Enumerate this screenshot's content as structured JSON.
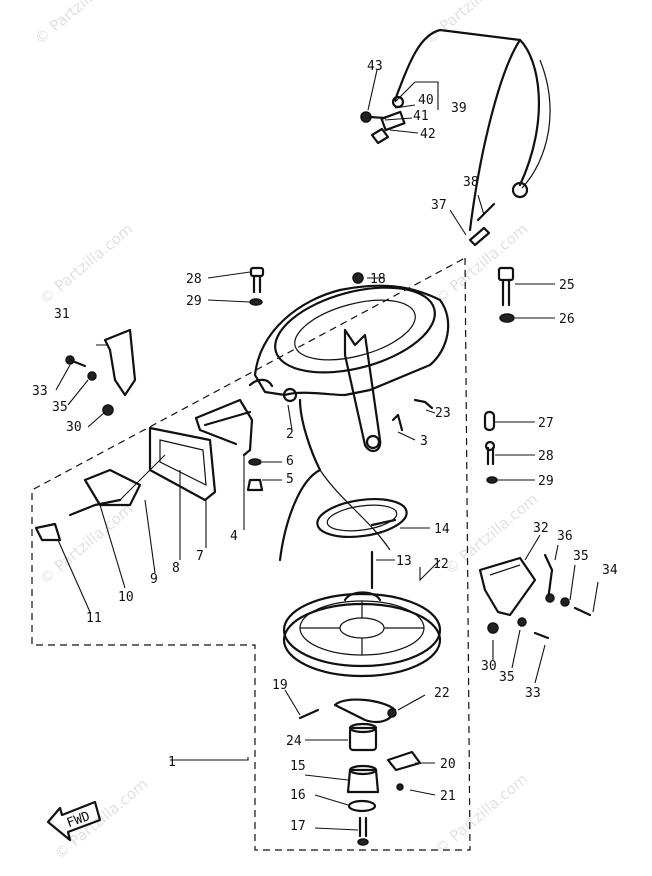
{
  "watermark": "© Partzilla.com",
  "fwd_label": "FWD",
  "callouts": {
    "c1": "1",
    "c2": "2",
    "c3": "3",
    "c4": "4",
    "c5": "5",
    "c6": "6",
    "c7": "7",
    "c8": "8",
    "c9": "9",
    "c10": "10",
    "c11": "11",
    "c12": "12",
    "c13": "13",
    "c14": "14",
    "c15": "15",
    "c16": "16",
    "c17": "17",
    "c18": "18",
    "c19": "19",
    "c20": "20",
    "c21": "21",
    "c22": "22",
    "c23": "23",
    "c24": "24",
    "c25": "25",
    "c26": "26",
    "c27": "27",
    "c28a": "28",
    "c28b": "28",
    "c29a": "29",
    "c29b": "29",
    "c30a": "30",
    "c30b": "30",
    "c31": "31",
    "c32": "32",
    "c33a": "33",
    "c33b": "33",
    "c34": "34",
    "c35a": "35",
    "c35b": "35",
    "c36": "36",
    "c37": "37",
    "c38": "38",
    "c39": "39",
    "c40": "40",
    "c41": "41",
    "c42": "42",
    "c43": "43"
  }
}
